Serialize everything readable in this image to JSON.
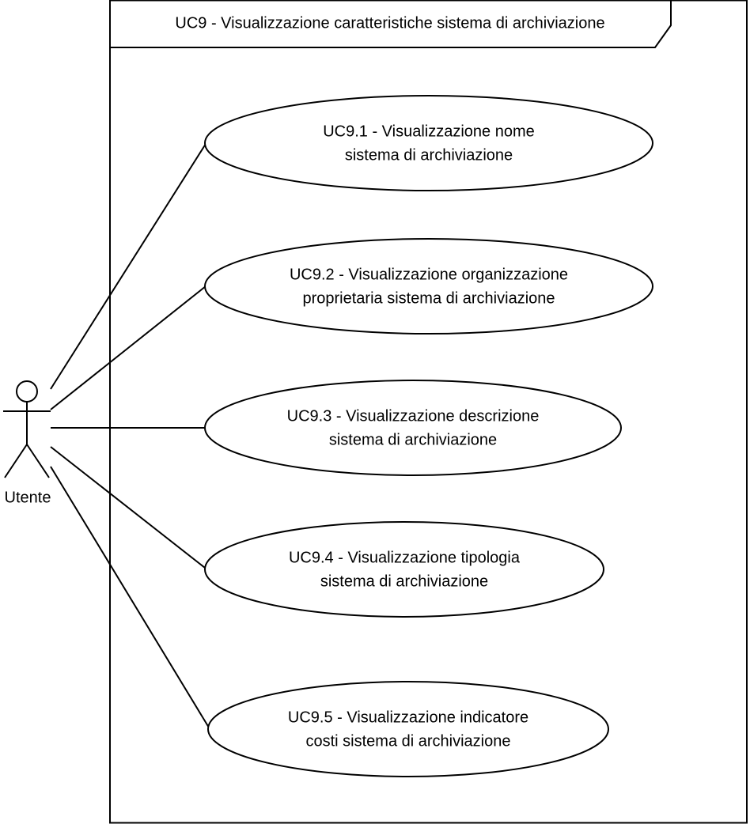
{
  "frame": {
    "title": "UC9 - Visualizzazione caratteristiche sistema di archiviazione"
  },
  "actor": {
    "label": "Utente"
  },
  "use_cases": [
    {
      "line1": "UC9.1 - Visualizzazione nome",
      "line2": "sistema di archiviazione"
    },
    {
      "line1": "UC9.2 - Visualizzazione organizzazione",
      "line2": "proprietaria sistema di archiviazione"
    },
    {
      "line1": "UC9.3 - Visualizzazione descrizione",
      "line2": "sistema di archiviazione"
    },
    {
      "line1": "UC9.4 - Visualizzazione tipologia",
      "line2": "sistema di archiviazione"
    },
    {
      "line1": "UC9.5 - Visualizzazione indicatore",
      "line2": "costi sistema di archiviazione"
    }
  ]
}
